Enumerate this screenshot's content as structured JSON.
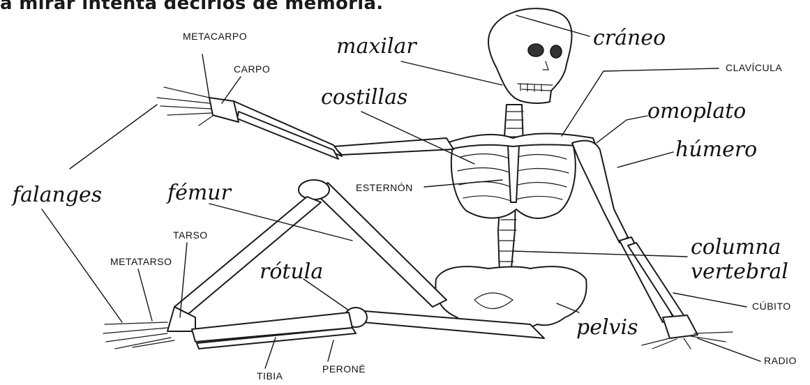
{
  "instruction": "a mirar intenta decirlos de memoria.",
  "labels": {
    "craneo": "cráneo",
    "maxilar": "maxilar",
    "clavicula": "Clavícula",
    "omoplato": "omoplato",
    "costillas": "costillas",
    "humero": "húmero",
    "esternon": "Esternón",
    "falanges": "falanges",
    "femur": "fémur",
    "columna": "columna",
    "vertebral": "vertebral",
    "metacarpo": "Metacarpo",
    "carpo": "Carpo",
    "tarso": "Tarso",
    "metatarso": "Metatarso",
    "rotula": "rótula",
    "pelvis": "pelvis",
    "cubito": "Cúbito",
    "radio": "Radio",
    "tibia": "Tibia",
    "perone": "Peroné"
  }
}
